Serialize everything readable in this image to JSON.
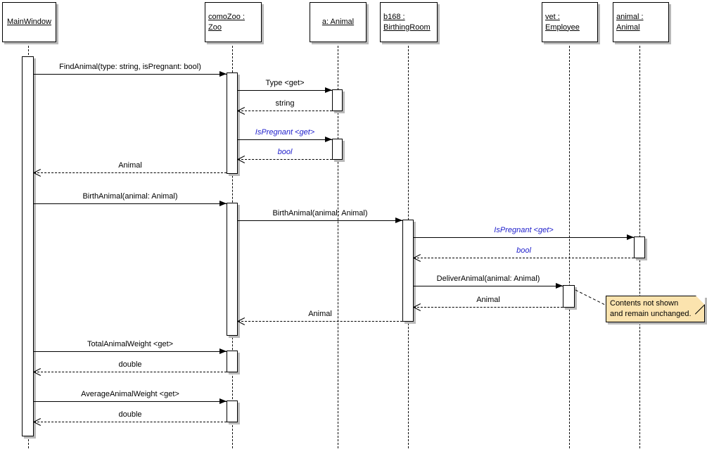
{
  "lifelines": [
    {
      "name": "MainWindow",
      "line1": "MainWindow"
    },
    {
      "name": "comoZoo : Zoo",
      "line1": "comoZoo :",
      "line2": "Zoo"
    },
    {
      "name": "a: Animal",
      "line1": "a: Animal"
    },
    {
      "name": "b168 : BirthingRoom",
      "line1": "b168 :",
      "line2": "BirthingRoom"
    },
    {
      "name": "vet : Employee",
      "line1": "vet :",
      "line2": "Employee"
    },
    {
      "name": "animal : Animal",
      "line1": "animal :",
      "line2": "Animal"
    }
  ],
  "messages": [
    {
      "label": "FindAnimal(type: string, isPregnant: bool)",
      "kind": "call",
      "style": "normal"
    },
    {
      "label": "Type <get>",
      "kind": "call",
      "style": "normal"
    },
    {
      "label": "string",
      "kind": "return",
      "style": "normal"
    },
    {
      "label": "IsPregnant <get>",
      "kind": "call",
      "style": "get"
    },
    {
      "label": "bool",
      "kind": "return",
      "style": "get"
    },
    {
      "label": "Animal",
      "kind": "return",
      "style": "normal"
    },
    {
      "label": "BirthAnimal(animal: Animal)",
      "kind": "call",
      "style": "normal"
    },
    {
      "label": "BirthAnimal(animal: Animal)",
      "kind": "call",
      "style": "normal"
    },
    {
      "label": "IsPregnant <get>",
      "kind": "call",
      "style": "get"
    },
    {
      "label": "bool",
      "kind": "return",
      "style": "get"
    },
    {
      "label": "DeliverAnimal(animal: Animal)",
      "kind": "call",
      "style": "normal"
    },
    {
      "label": "Animal",
      "kind": "return",
      "style": "normal"
    },
    {
      "label": "Animal",
      "kind": "return",
      "style": "normal"
    },
    {
      "label": "TotalAnimalWeight <get>",
      "kind": "call",
      "style": "normal"
    },
    {
      "label": "double",
      "kind": "return",
      "style": "normal"
    },
    {
      "label": "AverageAnimalWeight <get>",
      "kind": "call",
      "style": "normal"
    },
    {
      "label": "double",
      "kind": "return",
      "style": "normal"
    }
  ],
  "note": {
    "line1": "Contents not shown",
    "line2": "and remain unchanged."
  },
  "colors": {
    "get_text": "#2121cc",
    "note_bg": "#fbe3ae"
  }
}
